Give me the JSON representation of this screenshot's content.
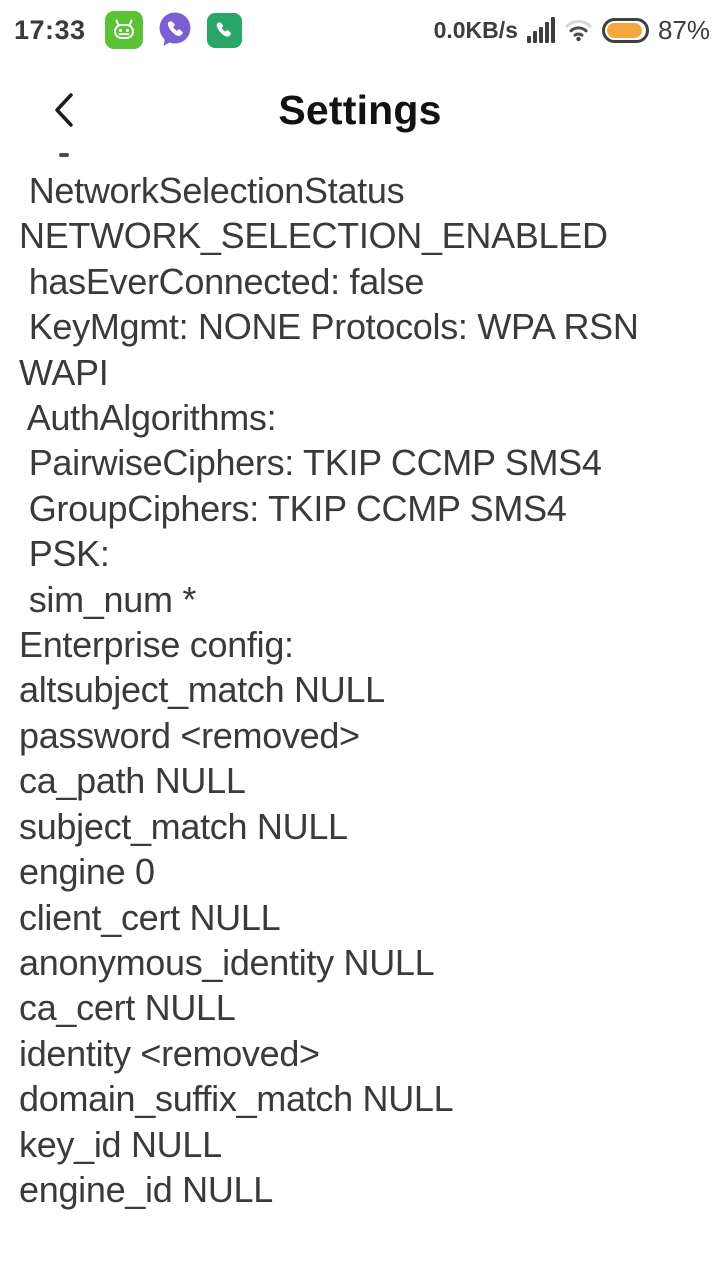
{
  "status_bar": {
    "time": "17:33",
    "network_speed": "0.0KB/s",
    "battery_percent_label": "87%",
    "battery_level": 87,
    "icons": {
      "bot_app": "bot-messenger-app-icon",
      "viber_app": "viber-app-icon",
      "phone_app": "phone-app-icon",
      "signal": "cellular-signal-icon",
      "wifi": "wifi-icon",
      "battery": "battery-icon"
    },
    "colors": {
      "bot_green": "#5BC236",
      "viber_purple": "#7A5FD0",
      "phone_green": "#2AA768",
      "battery_fill": "#F3A73E",
      "status_foreground": "#3d3d3d"
    }
  },
  "header": {
    "title": "Settings"
  },
  "content": {
    "lines": [
      " NetworkSelectionStatus",
      "NETWORK_SELECTION_ENABLED",
      " hasEverConnected: false",
      " KeyMgmt: NONE Protocols: WPA RSN",
      "WAPI",
      " AuthAlgorithms:",
      " PairwiseCiphers: TKIP CCMP SMS4",
      " GroupCiphers: TKIP CCMP SMS4",
      " PSK:",
      " sim_num *",
      "Enterprise config:",
      "altsubject_match NULL",
      "password <removed>",
      "ca_path NULL",
      "subject_match NULL",
      "engine 0",
      "client_cert NULL",
      "anonymous_identity NULL",
      "ca_cert NULL",
      "identity <removed>",
      "domain_suffix_match NULL",
      "key_id NULL",
      "engine_id NULL"
    ]
  }
}
